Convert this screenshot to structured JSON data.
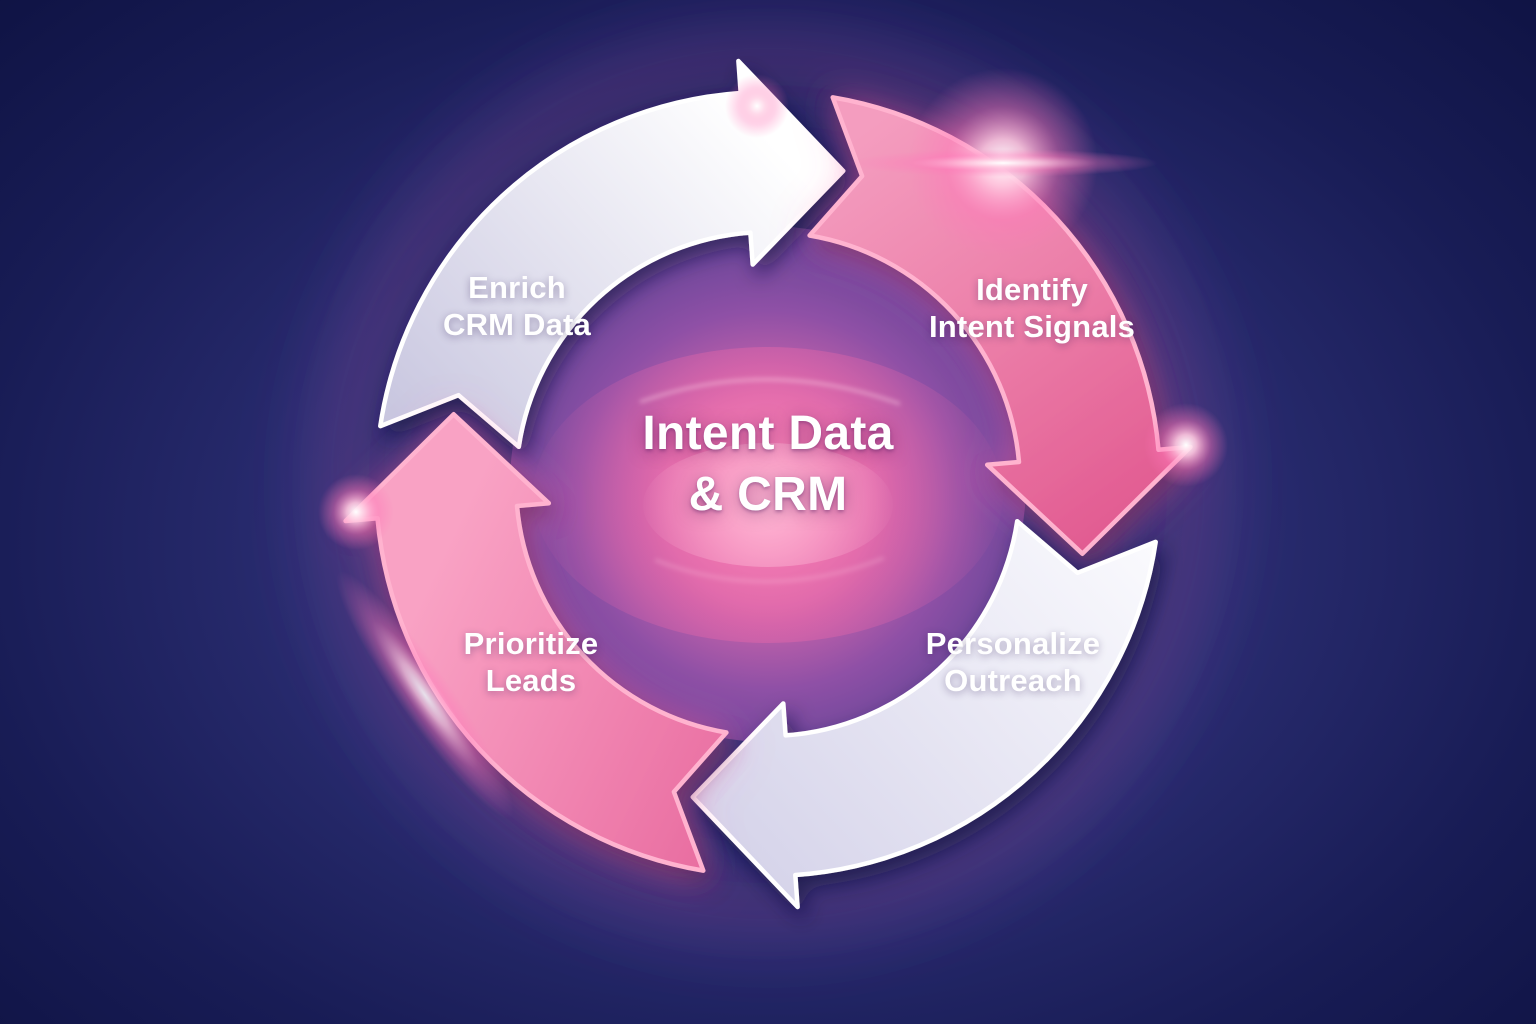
{
  "diagram": {
    "title": {
      "line1": "Intent Data",
      "line2": "& CRM"
    },
    "flow": "clockwise",
    "steps": [
      {
        "name": "enrich-crm-data",
        "line1": "Enrich",
        "line2": "CRM Data",
        "arrow_color": "white",
        "position": "top-left"
      },
      {
        "name": "identify-intent-signals",
        "line1": "Identify",
        "line2": "Intent Signals",
        "arrow_color": "pink",
        "position": "top-right"
      },
      {
        "name": "personalize-outreach",
        "line1": "Personalize",
        "line2": "Outreach",
        "arrow_color": "white",
        "position": "bottom-right"
      },
      {
        "name": "prioritize-leads",
        "line1": "Prioritize",
        "line2": "Leads",
        "arrow_color": "pink",
        "position": "bottom-left"
      }
    ],
    "colors": {
      "background_outer": "#0d1140",
      "background_mid": "#282b6e",
      "background_inner": "#3a3d85",
      "arrow_pink": "#e8659c",
      "arrow_pink_light": "#f7a3c3",
      "arrow_pink_edge": "#ffb3cf",
      "arrow_white": "#e7e6f3",
      "arrow_white_edge": "#ffffff",
      "center_glow_pink": "#ff7fb4",
      "inner_purple": "#6a4699",
      "glow_flare": "#ff5fa8",
      "text": "#ffffff"
    }
  }
}
